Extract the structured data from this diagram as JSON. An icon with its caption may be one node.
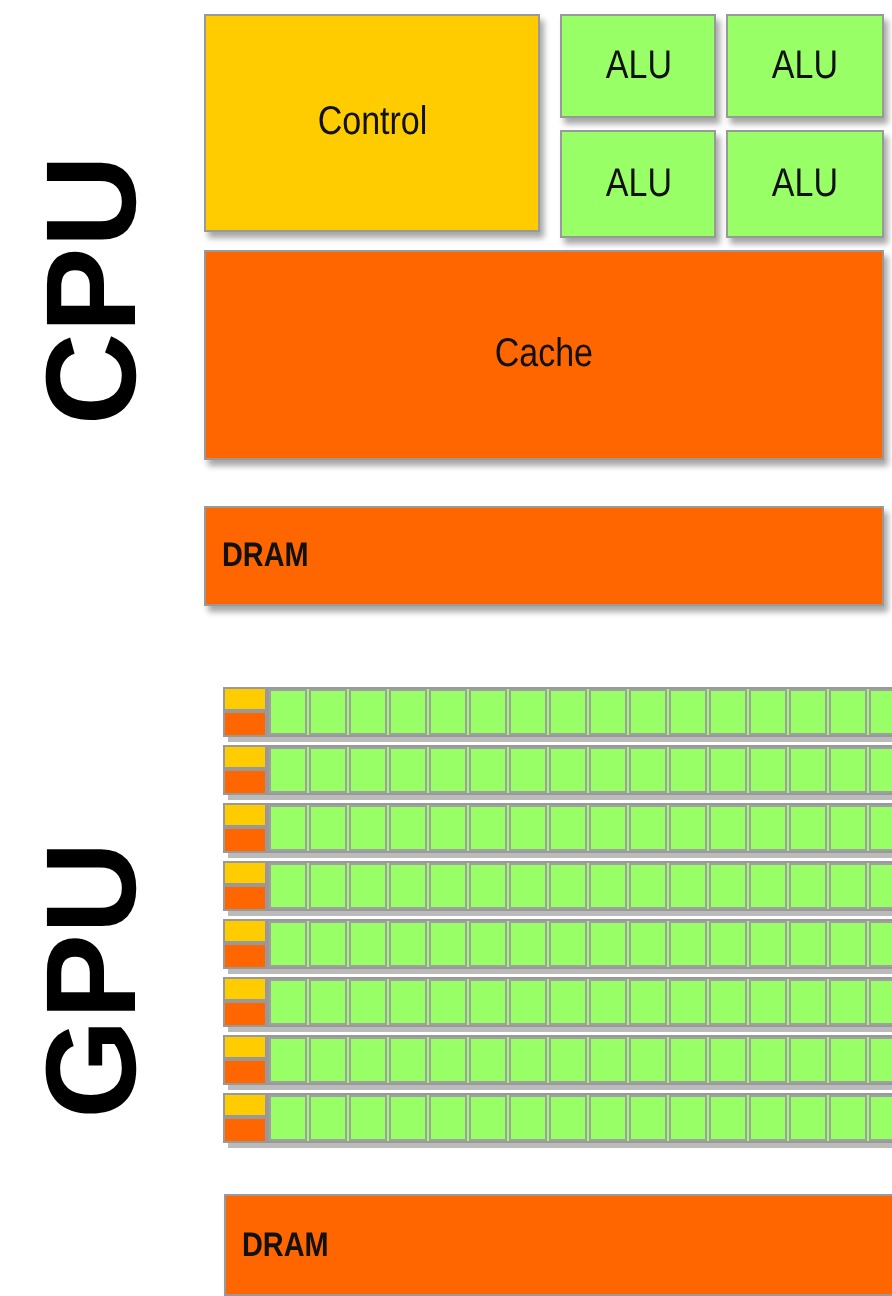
{
  "diagram": {
    "nodes": [
      {
        "text": [
          "Control"
        ]
      },
      {
        "text": [
          "ALU"
        ]
      },
      {
        "text": [
          "ALU"
        ]
      },
      {
        "text": [
          "ALU"
        ]
      },
      {
        "text": [
          "ALU"
        ]
      },
      {
        "text": [
          "Cache"
        ]
      },
      {
        "text": [
          "DRAM"
        ]
      },
      {
        "text": [
          "DRAM"
        ]
      }
    ],
    "labels": [
      "CPU",
      "GPU"
    ]
  }
}
